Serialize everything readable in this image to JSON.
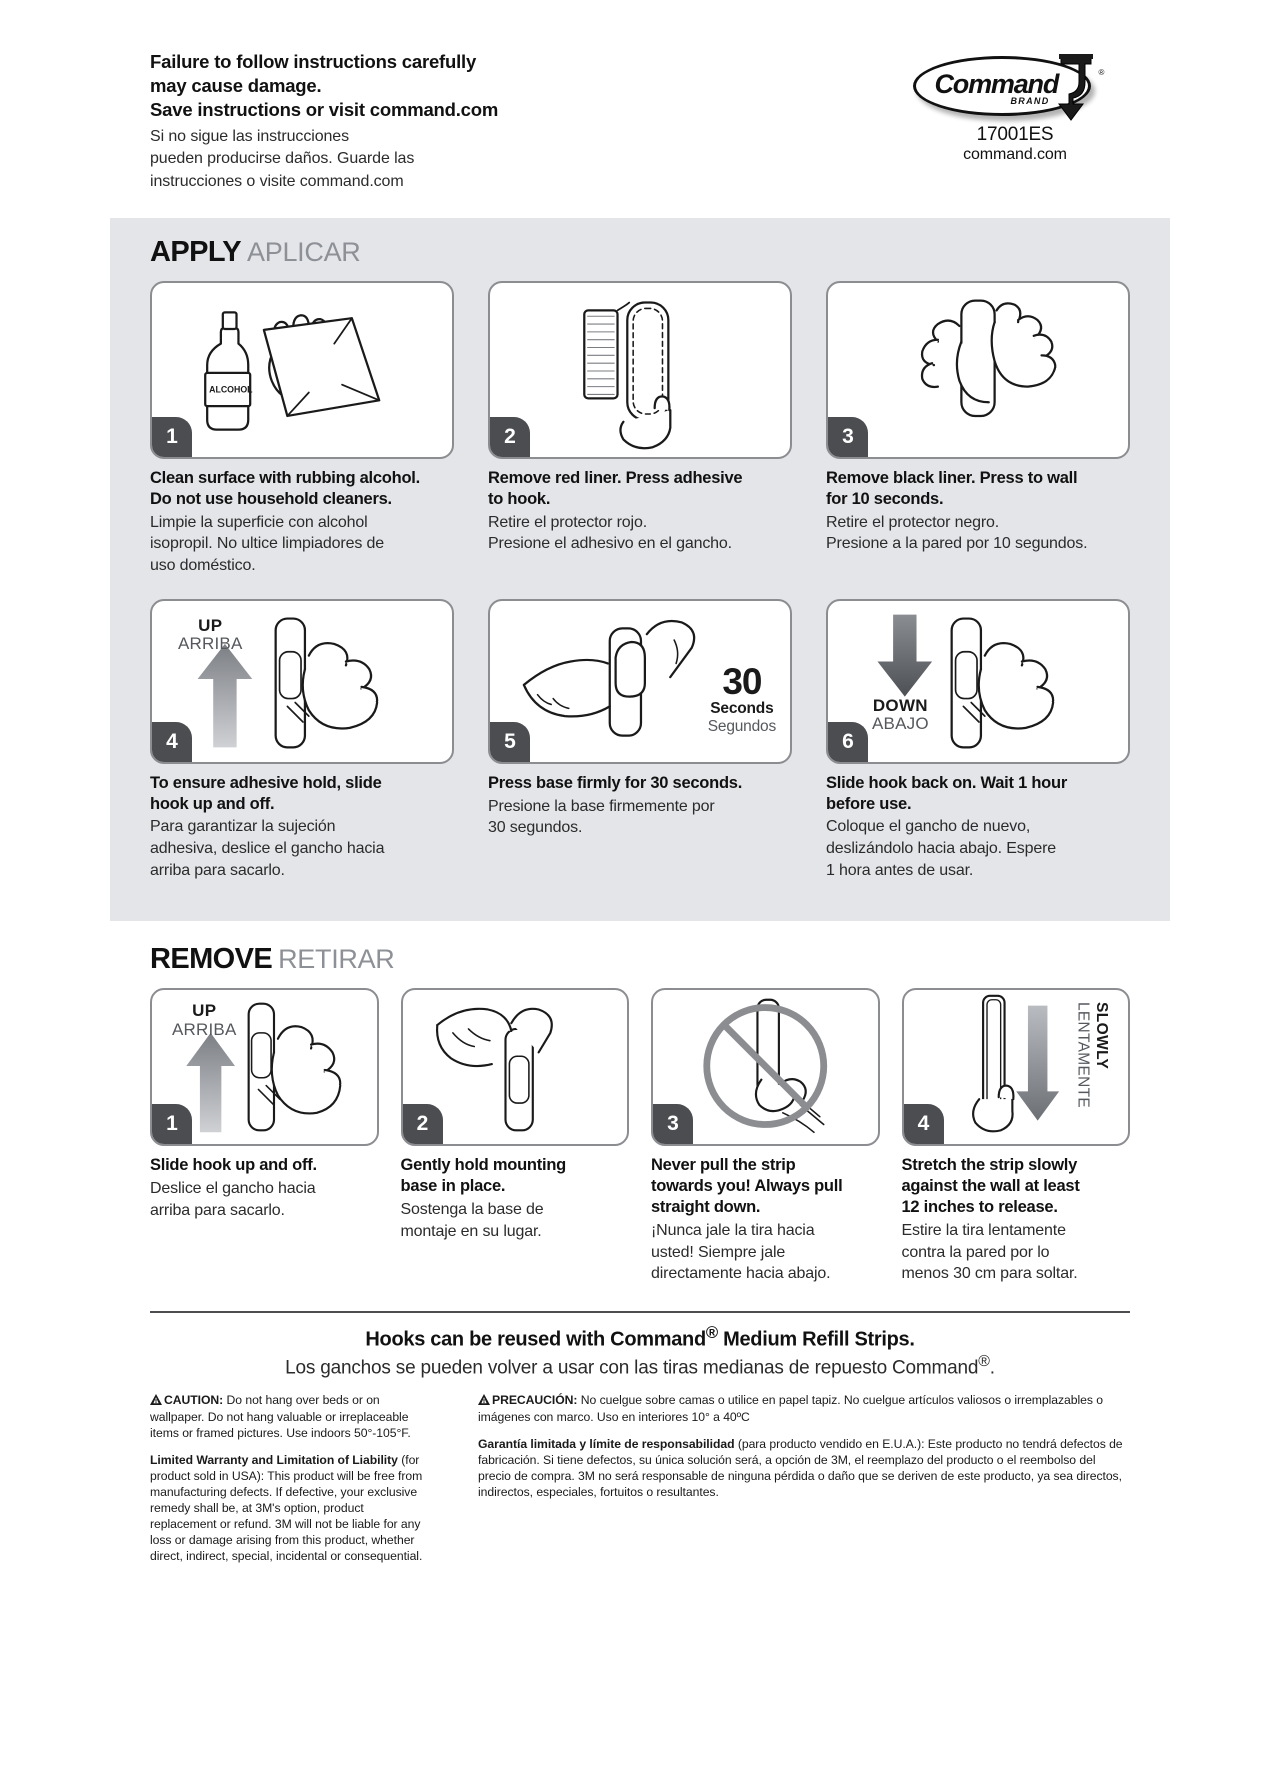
{
  "header": {
    "warning_en": "Failure to follow instructions carefully\nmay cause damage.\nSave instructions or visit command.com",
    "warning_en_l1": "Failure to follow instructions carefully",
    "warning_en_l2": "may cause damage.",
    "warning_en_l3": "Save instructions or visit command.com",
    "warning_es_l1": "Si no sigue las instrucciones",
    "warning_es_l2": "pueden producirse daños. Guarde las",
    "warning_es_l3": "instrucciones o visite command.com",
    "logo_text": "Command",
    "logo_brand": "BRAND",
    "logo_reg": "®",
    "sku": "17001ES",
    "website": "command.com"
  },
  "apply": {
    "title_en": "APPLY",
    "title_es": "APLICAR",
    "steps": [
      {
        "number": "1",
        "en_l1": "Clean surface with rubbing alcohol.",
        "en_l2": "Do not use household cleaners.",
        "es_l1": "Limpie la superficie con alcohol",
        "es_l2": "isopropil. No ultice limpiadores de",
        "es_l3": "uso doméstico.",
        "art": "alcohol-bottle-and-wiping-hand",
        "bottle_label": "ALCOHOL"
      },
      {
        "number": "2",
        "en_l1": "Remove red liner. Press adhesive",
        "en_l2": "to hook.",
        "es_l1": "Retire el protector rojo.",
        "es_l2": "Presione el adhesivo en el gancho.",
        "es_l3": "",
        "art": "strip-with-red-liner-peeling"
      },
      {
        "number": "3",
        "en_l1": "Remove black liner. Press to wall",
        "en_l2": "for 10 seconds.",
        "es_l1": "Retire el protector negro.",
        "es_l2": "Presione a la pared por 10 segundos.",
        "es_l3": "",
        "art": "two-hands-pressing-hook-to-wall"
      },
      {
        "number": "4",
        "en_l1": "To ensure adhesive hold, slide",
        "en_l2": "hook up and off.",
        "es_l1": "Para garantizar la sujeción",
        "es_l2": "adhesiva, deslice el gancho hacia",
        "es_l3": "arriba para sacarlo.",
        "art": "hand-sliding-hook-up",
        "label_en": "UP",
        "label_es": "ARRIBA"
      },
      {
        "number": "5",
        "en_l1": "Press base firmly for 30 seconds.",
        "en_l2": "",
        "es_l1": "Presione la base firmemente por",
        "es_l2": "30 segundos.",
        "es_l3": "",
        "art": "hand-pressing-base",
        "timer_number": "30",
        "timer_en": "Seconds",
        "timer_es": "Segundos"
      },
      {
        "number": "6",
        "en_l1": "Slide hook back on. Wait 1 hour",
        "en_l2": "before use.",
        "es_l1": "Coloque el gancho de nuevo,",
        "es_l2": "deslizándolo hacia abajo. Espere",
        "es_l3": "1 hora antes de usar.",
        "art": "hand-sliding-hook-down",
        "label_en": "DOWN",
        "label_es": "ABAJO"
      }
    ]
  },
  "remove": {
    "title_en": "REMOVE",
    "title_es": "RETIRAR",
    "steps": [
      {
        "number": "1",
        "en_l1": "Slide hook up and off.",
        "en_l2": "",
        "es_l1": "Deslice el gancho hacia",
        "es_l2": "arriba para sacarlo.",
        "es_l3": "",
        "art": "hand-sliding-hook-up",
        "label_en": "UP",
        "label_es": "ARRIBA"
      },
      {
        "number": "2",
        "en_l1": "Gently hold mounting",
        "en_l2": "base in place.",
        "es_l1": "Sostenga la base de",
        "es_l2": "montaje en su lugar.",
        "es_l3": "",
        "art": "hand-holding-base"
      },
      {
        "number": "3",
        "en_l1": "Never pull the strip",
        "en_l2": "towards you! Always pull",
        "en_l3": "straight down.",
        "es_l1": "¡Nunca jale la tira hacia",
        "es_l2": "usted! Siempre jale",
        "es_l3": "directamente hacia abajo.",
        "art": "prohibited-pull-toward-you"
      },
      {
        "number": "4",
        "en_l1": "Stretch the strip slowly",
        "en_l2": "against the wall at least",
        "en_l3": "12 inches to release.",
        "es_l1": "Estire la tira lentamente",
        "es_l2": "contra la pared por lo",
        "es_l3": "menos 30 cm para soltar.",
        "art": "hand-stretching-strip-down",
        "label_en": "SLOWLY",
        "label_es": "LENTAMENTE"
      }
    ]
  },
  "footer": {
    "reuse_en_a": "Hooks can be reused with Command",
    "reuse_en_reg": "®",
    "reuse_en_b": " Medium Refill Strips.",
    "reuse_es_a": "Los ganchos se pueden volver a usar con las tiras medianas de repuesto Command",
    "reuse_es_reg": "®",
    "reuse_es_b": ".",
    "caution_label_en": "CAUTION:",
    "caution_body_en": "Do not hang over beds or on wallpaper. Do not hang valuable or irreplaceable items or framed pictures. Use indoors 50°-105°F.",
    "warranty_label_en": "Limited Warranty and Limitation of Liability",
    "warranty_body_en": "(for product sold in USA): This product will be free from manufacturing defects. If defective, your exclusive remedy shall be, at 3M's option, product replacement or refund. 3M will not be liable for any loss or damage arising from this product, whether direct, indirect, special, incidental or consequential.",
    "caution_label_es": "PRECAUCIÓN:",
    "caution_body_es": "No cuelgue sobre camas o utilice en papel tapiz. No cuelgue artículos valiosos o irremplazables o imágenes con marco. Uso en interiores 10° a 40ºC",
    "warranty_label_es": "Garantía limitada y límite de responsabilidad",
    "warranty_body_es": "(para producto vendido en E.U.A.): Este producto no tendrá defectos de fabricación. Si tiene defectos, su única solución será, a opción de 3M, el reemplazo del producto o el reembolso del precio de compra. 3M no será responsable de ninguna pérdida o daño que se deriven de este producto, ya sea directos, indirectos, especiales, fortuitos o resultantes."
  },
  "colors": {
    "section_bg": "#e3e5e8",
    "panel_border": "#8b8d91",
    "badge_bg": "#4b4d51",
    "sub_gray": "#8d9096",
    "ink": "#111111"
  }
}
